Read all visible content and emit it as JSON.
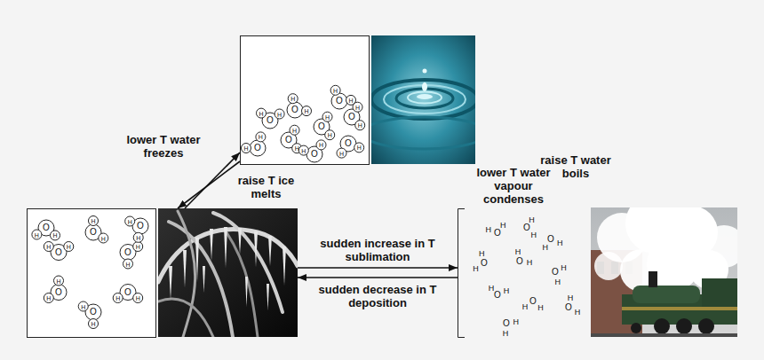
{
  "diagram": {
    "nodes": [
      {
        "text": [
          "O",
          "H",
          "H",
          "O",
          "H",
          "H",
          "O",
          "H",
          "H",
          "O",
          "H",
          "H",
          "O",
          "H",
          "H",
          "O",
          "H",
          "H",
          "O",
          "H",
          "H",
          "O",
          "H",
          "H",
          "O",
          "H",
          "H"
        ]
      },
      {
        "text": [
          "O",
          "H",
          "H",
          "O",
          "H",
          "H",
          "O",
          "H",
          "H",
          "O",
          "H",
          "H",
          "O",
          "H",
          "H",
          "O",
          "H",
          "H",
          "O",
          "H",
          "H",
          "O",
          "H",
          "H"
        ]
      },
      {
        "text": [
          "O",
          "H",
          "H",
          "O",
          "H",
          "H",
          "O",
          "H",
          "H",
          "O",
          "H",
          "H",
          "O",
          "H",
          "H",
          "O",
          "H",
          "H",
          "O",
          "H",
          "H",
          "O",
          "H",
          "H",
          "O",
          "H",
          "H",
          "O",
          "H",
          "H"
        ]
      }
    ],
    "edges": [
      {
        "from": 0,
        "to": 1,
        "arrow": "to",
        "label": "lower T water freezes"
      },
      {
        "from": 1,
        "to": 0,
        "arrow": "to",
        "label": "raise T ice melts"
      },
      {
        "from": 1,
        "to": 2,
        "arrow": "to",
        "label": "sudden increase in T sublimation"
      },
      {
        "from": 2,
        "to": 1,
        "arrow": "to",
        "label": "sudden decrease in T deposition"
      }
    ],
    "labels": [
      "lower T water vapour condenses",
      "raise T water boils"
    ]
  }
}
